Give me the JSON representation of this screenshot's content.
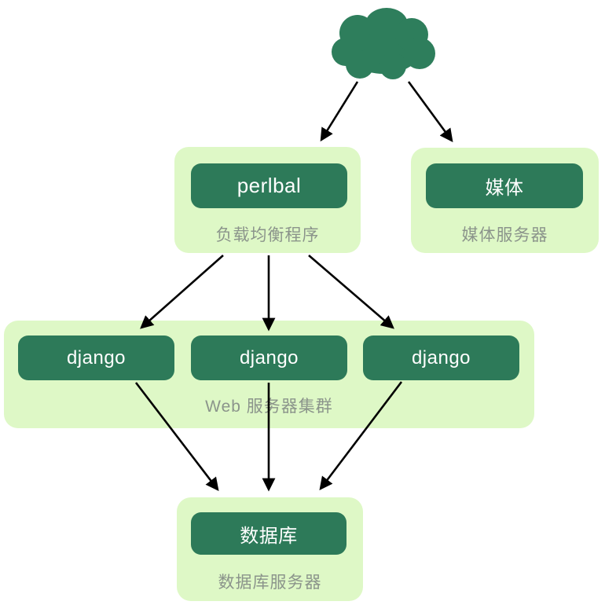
{
  "diagram_title": "django-deployment-architecture",
  "colors": {
    "node_fill": "#2d7a59",
    "cloud_fill": "#2e7e5c",
    "container_fill": "#def8c6",
    "caption_text": "#8b948b",
    "node_text": "#ffffff",
    "arrow": "#000000"
  },
  "cloud": {
    "icon": "cloud-icon"
  },
  "nodes": {
    "perlbal": {
      "label": "perlbal",
      "caption": "负载均衡程序"
    },
    "media": {
      "label": "媒体",
      "caption": "媒体服务器"
    },
    "cluster": {
      "caption": "Web 服务器集群",
      "servers": [
        "django",
        "django",
        "django"
      ]
    },
    "database": {
      "label": "数据库",
      "caption": "数据库服务器"
    }
  },
  "edges": [
    {
      "from": "cloud",
      "to": "perlbal"
    },
    {
      "from": "cloud",
      "to": "media"
    },
    {
      "from": "perlbal",
      "to": "django-1"
    },
    {
      "from": "perlbal",
      "to": "django-2"
    },
    {
      "from": "perlbal",
      "to": "django-3"
    },
    {
      "from": "django-1",
      "to": "database"
    },
    {
      "from": "django-2",
      "to": "database"
    },
    {
      "from": "django-3",
      "to": "database"
    }
  ]
}
